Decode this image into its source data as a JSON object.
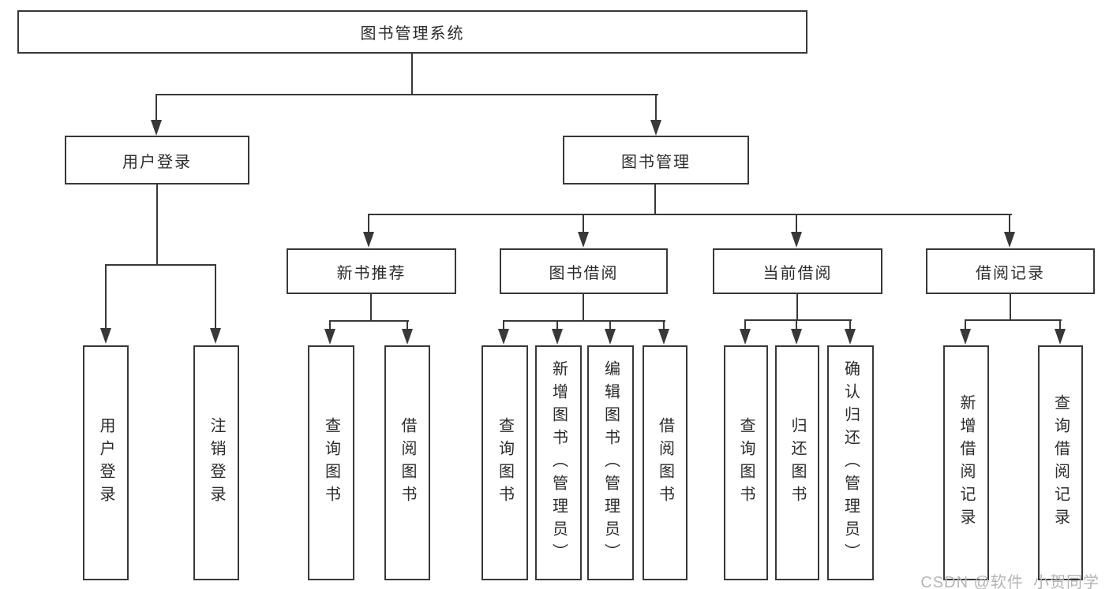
{
  "tree": {
    "label": "图书管理系统",
    "children": [
      {
        "label": "用户登录",
        "children": [
          {
            "label": "用户登录"
          },
          {
            "label": "注销登录"
          }
        ]
      },
      {
        "label": "图书管理",
        "children": [
          {
            "label": "新书推荐",
            "children": [
              {
                "label": "查询图书"
              },
              {
                "label": "借阅图书"
              }
            ]
          },
          {
            "label": "图书借阅",
            "children": [
              {
                "label": "查询图书"
              },
              {
                "label": "新增图书（管理员）"
              },
              {
                "label": "编辑图书（管理员）"
              },
              {
                "label": "借阅图书"
              }
            ]
          },
          {
            "label": "当前借阅",
            "children": [
              {
                "label": "查询图书"
              },
              {
                "label": "归还图书"
              },
              {
                "label": "确认归还（管理员）"
              }
            ]
          },
          {
            "label": "借阅记录",
            "children": [
              {
                "label": "新增借阅记录"
              },
              {
                "label": "查询借阅记录"
              }
            ]
          }
        ]
      }
    ]
  },
  "watermark": "CSDN @软件_小贺同学",
  "colors": {
    "line": "#383838",
    "text": "#2b2b2b",
    "background": "#ffffff",
    "watermark": "#b5b5b5"
  }
}
